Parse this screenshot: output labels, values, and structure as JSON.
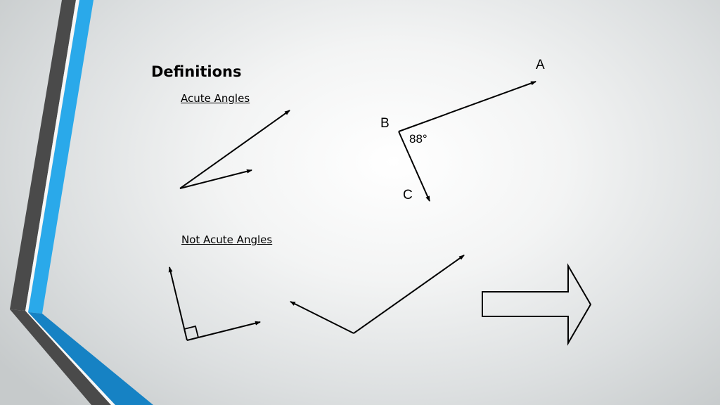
{
  "slide": {
    "title": "Definitions",
    "acute_label": "Acute Angles",
    "not_acute_label": "Not Acute Angles",
    "angle_abc": {
      "point_a": "A",
      "point_b": "B",
      "point_c": "C",
      "measure": "88°"
    }
  },
  "colors": {
    "accent_blue": "#2aa9ea",
    "accent_dark": "#4a4a4a",
    "accent_deep_blue": "#1682c4",
    "line": "#000000"
  }
}
